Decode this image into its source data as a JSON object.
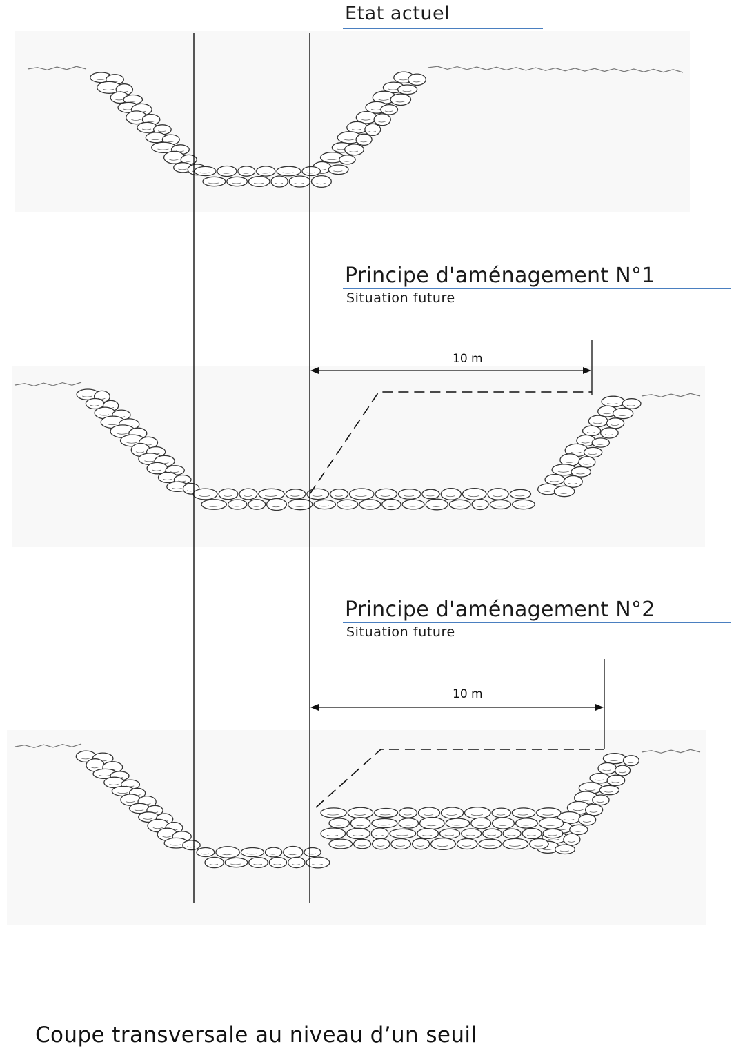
{
  "figure": {
    "panel_current": {
      "title": "Etat actuel"
    },
    "panel_option1": {
      "title": "Principe d'aménagement N°1",
      "subtitle": "Situation future",
      "dimension": "10 m"
    },
    "panel_option2": {
      "title": "Principe d'aménagement N°2",
      "subtitle": "Situation future",
      "dimension": "10 m"
    },
    "caption": "Coupe transversale au niveau d’un seuil"
  },
  "colors": {
    "ink": "#111111",
    "rule_blue": "#4a7fc0",
    "stone_fill": "#ffffff",
    "hatch": "#555555",
    "panel_bg": "#f7f7f7"
  }
}
